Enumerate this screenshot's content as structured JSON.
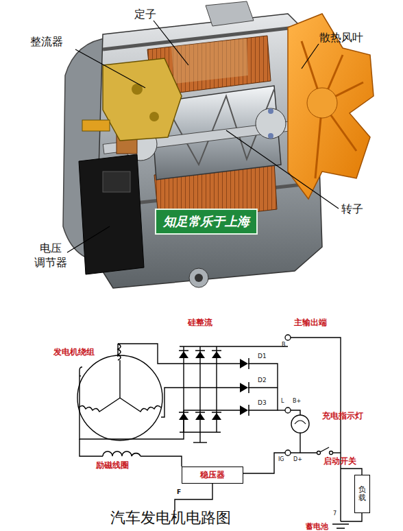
{
  "diagram": {
    "caption": "汽车发电机电路图",
    "nodes": [
      {
        "text": [
          "知足常乐于上海"
        ]
      },
      {
        "text": [
          "稳压器"
        ]
      },
      {
        "text": [
          "负载"
        ]
      }
    ],
    "labels": [
      "定子",
      "整流器",
      "散热风叶",
      "转子",
      "电压 调节器",
      "发电机绕组",
      "硅整流",
      "主输出端",
      "B",
      "D1",
      "D2",
      "D3",
      "L",
      "B+",
      "充电指示灯",
      "IG",
      "D+",
      "启动开关",
      "励磁线圈",
      "F",
      "7",
      "蓄电池"
    ]
  }
}
